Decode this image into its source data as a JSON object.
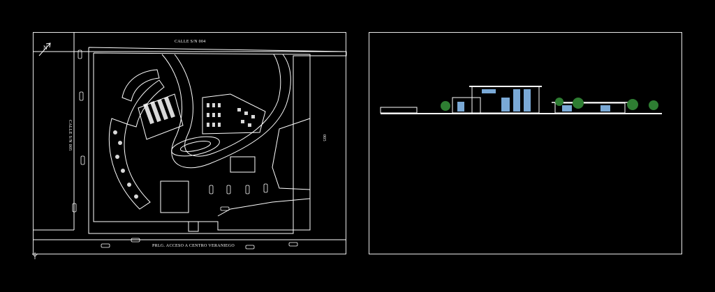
{
  "plan": {
    "street_top": "CALLE S/N 004",
    "street_left": "CALLE S/N 005",
    "street_bottom": "PRLG. ACCESO A CENTRO VERANIEGO",
    "street_right": "005",
    "north_symbol": "N"
  },
  "colors": {
    "background": "#000000",
    "lines": "#ffffff",
    "glass": "#7aa9d6",
    "vegetation": "#2e7d32"
  }
}
